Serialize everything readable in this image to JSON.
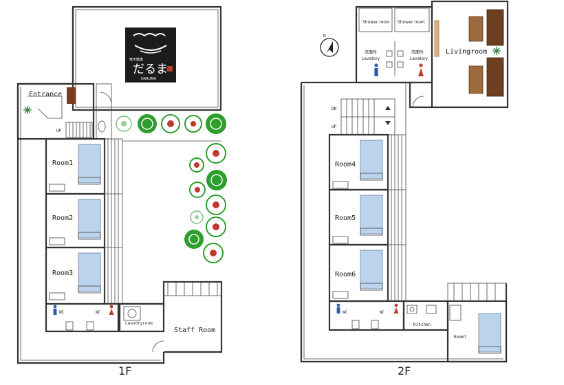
{
  "floors": {
    "first": {
      "label": "1F",
      "rooms": {
        "entrance": "Entrance",
        "room1": "Room1",
        "room2": "Room2",
        "room3": "Room3",
        "wc_left": "WC",
        "wc_right": "WC",
        "laundry": "Laundryroom",
        "staff": "Staff Room"
      },
      "up": "UP"
    },
    "second": {
      "label": "2F",
      "rooms": {
        "shower_left": "Shower room",
        "shower_right": "Shower room",
        "washroom_left_jp": "洗面所",
        "washroom_left_en": "Lavatory",
        "washroom_right_jp": "洗面所",
        "washroom_right_en": "Lavatory",
        "living": "Livingroom",
        "room4": "Room4",
        "room5": "Room5",
        "room6": "Room6",
        "wc_left": "WC",
        "wc_right": "WC",
        "kitchen": "Kitchen",
        "room7": "Room7"
      },
      "dn": "DN",
      "up": "UP"
    }
  },
  "logo": {
    "small_text": "楽天健康",
    "main_text": "だるま",
    "sub_text": "DARUMA"
  },
  "compass": {
    "north": "N"
  },
  "colors": {
    "bed": "#bcd3ee",
    "tree": "#2e9e2e",
    "blossom": "#c0392b",
    "male": "#2a5db0",
    "female": "#c0392b"
  }
}
